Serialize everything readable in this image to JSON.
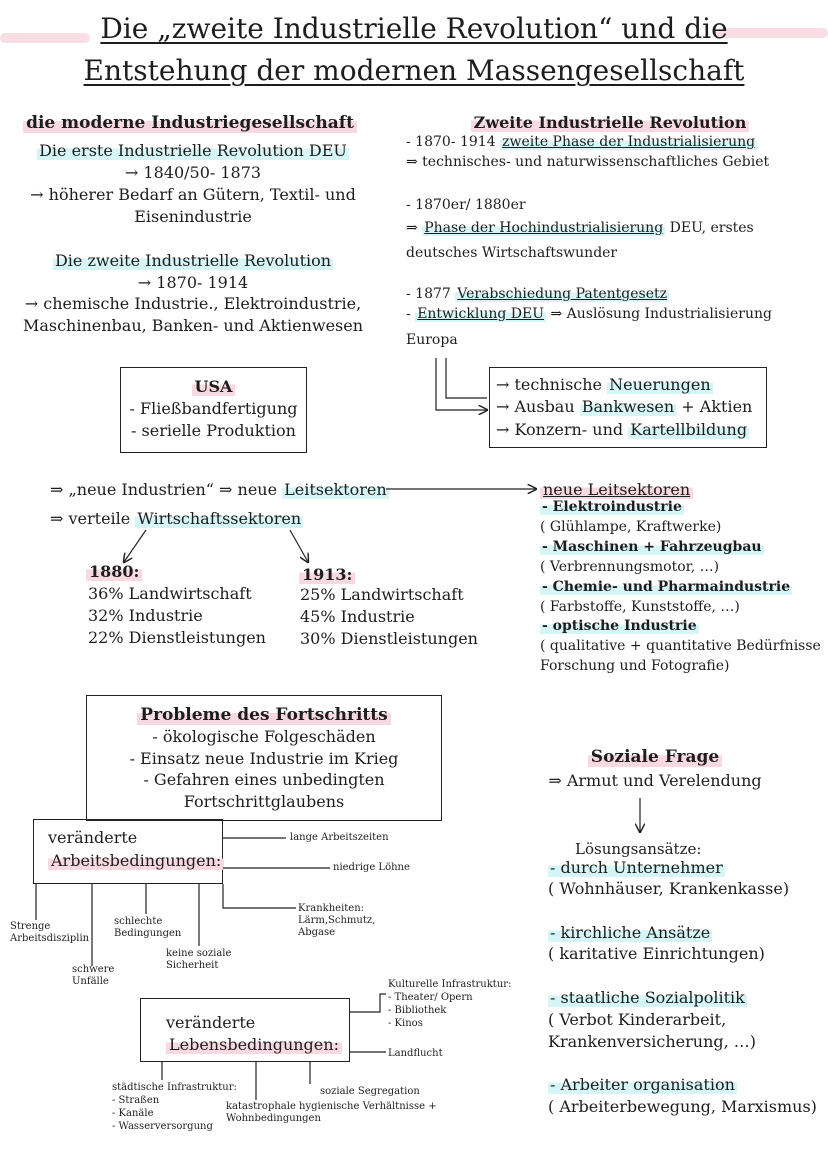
{
  "title": {
    "line1": "Die „zweite Industrielle Revolution“ und die",
    "line2": "Entstehung der modernen Massengesellschaft"
  },
  "left_top": {
    "heading": "die moderne Industriegesellschaft",
    "first_rev": "Die erste Industrielle Revolution DEU",
    "first_dates": "→ 1840/50- 1873",
    "first_desc1": "→ höherer Bedarf an Gütern, Textil- und",
    "first_desc2": "Eisenindustrie",
    "second_rev": "Die zweite Industrielle Revolution",
    "second_dates": "→ 1870- 1914",
    "second_desc1": "→ chemische Industrie., Elektroindustrie,",
    "second_desc2": "Maschinenbau, Banken- und Aktienwesen"
  },
  "right_top": {
    "heading": "Zweite Industrielle Revolution",
    "l1_prefix": "- 1870- 1914 ",
    "l1_link": "zweite Phase der Industrialisierung",
    "l2": "⇒ technisches- und naturwissenschaftliches Gebiet",
    "l3": "- 1870er/ 1880er",
    "l4_prefix": "⇒ ",
    "l4_link": "Phase der Hochindustrialisierung",
    "l4_suffix": " DEU, erstes",
    "l5": "deutsches Wirtschaftswunder",
    "l6_prefix": "- 1877 ",
    "l6_link": "Verabschiedung Patentgesetz",
    "l7_prefix": "- ",
    "l7_link": "Entwicklung DEU",
    "l7_suffix": " ⇒ Auslösung Industrialisierung",
    "l8": "Europa"
  },
  "usa_box": {
    "title": "USA",
    "item1": "- Fließbandfertigung",
    "item2": "- serielle Produktion"
  },
  "consequences_box": {
    "l1_prefix": "→ technische ",
    "l1_hl": "Neuerungen",
    "l2_prefix": "→ Ausbau ",
    "l2_hl": "Bankwesen",
    "l2_suffix": " + Aktien",
    "l3_prefix": "→ Konzern- und ",
    "l3_hl": "Kartellbildung"
  },
  "sectors": {
    "line1_prefix": "⇒ „neue Industrien“ ⇒ neue ",
    "line1_hl": "Leitsektoren",
    "line2_prefix": "⇒ verteile ",
    "line2_hl": "Wirtschaftssektoren",
    "y1880": "1880:",
    "y1880_items": [
      "36% Landwirtschaft",
      "32% Industrie",
      "22% Dienstleistungen"
    ],
    "y1913": "1913:",
    "y1913_items": [
      "25% Landwirtschaft",
      "45% Industrie",
      "30% Dienstleistungen"
    ]
  },
  "leitsektoren": {
    "heading": "neue Leitsektoren",
    "items": [
      {
        "name": "- Elektroindustrie",
        "desc": "( Glühlampe, Kraftwerke)"
      },
      {
        "name": "- Maschinen + Fahrzeugbau",
        "desc": "( Verbrennungsmotor, …)"
      },
      {
        "name": "- Chemie- und Pharmaindustrie",
        "desc": "( Farbstoffe, Kunststoffe, …)"
      },
      {
        "name": "- optische Industrie",
        "desc": "( qualitative + quantitative Bedürfnisse",
        "desc2": "Forschung und Fotografie)"
      }
    ]
  },
  "probleme": {
    "title": "Probleme des Fortschritts",
    "items": [
      "- ökologische Folgeschäden",
      "- Einsatz neue Industrie im Krieg",
      "- Gefahren eines unbedingten",
      "Fortschrittglaubens"
    ]
  },
  "arbeit": {
    "line1": "veränderte",
    "line2": "Arbeitsbedingungen:",
    "notes": {
      "lange": "lange Arbeitszeiten",
      "niedrig": "niedrige Löhne",
      "krank": "Krankheiten: Lärm,Schmutz, Abgase",
      "strenge": "Strenge Arbeitsdisziplin",
      "schlecht": "schlechte Bedingungen",
      "sozial": "keine soziale Sicherheit",
      "unfaelle": "schwere Unfälle"
    }
  },
  "leben": {
    "line1": "veränderte",
    "line2": "Lebensbedingungen:",
    "notes": {
      "kultur_title": "Kulturelle Infrastruktur:",
      "kultur_items": [
        "- Theater/ Opern",
        "- Bibliothek",
        "- Kinos"
      ],
      "landflucht": "Landflucht",
      "segregation": "soziale Segregation",
      "staedt_title": "städtische Infrastruktur:",
      "staedt_items": [
        "- Straßen",
        "- Kanäle",
        "- Wasserversorgung"
      ],
      "hyg": "katastrophale hygienische Verhältnisse + Wohnbedingungen"
    }
  },
  "soziale_frage": {
    "title": "Soziale Frage",
    "sub": "⇒ Armut und Verelendung",
    "loes": "Lösungsansätze:",
    "items": [
      {
        "hl": "- durch Unternehmer",
        "desc": "( Wohnhäuser, Krankenkasse)"
      },
      {
        "hl": "- kirchliche Ansätze",
        "desc": "( karitative Einrichtungen)"
      },
      {
        "hl": "- staatliche Sozialpolitik",
        "desc": "( Verbot Kinderarbeit,",
        "desc2": "Krankenversicherung, …)"
      },
      {
        "hl": "- Arbeiter organisation",
        "desc": "( Arbeiterbewegung, Marxismus)"
      }
    ]
  }
}
